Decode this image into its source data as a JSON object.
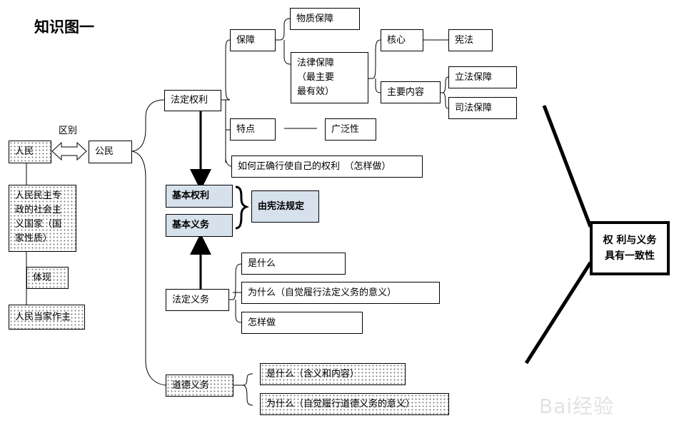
{
  "title": "知识图一",
  "left": {
    "people": "人民",
    "distinction": "区别",
    "citizen": "公民",
    "state_nature": "人民民主专政的社会主义国家（国家性质）",
    "embody": "体现",
    "masters": "人民当家作主"
  },
  "rights": {
    "label": "法定权利",
    "guarantee": "保障",
    "material": "物质保障",
    "legal_line1": "法律保障",
    "legal_line2": "（最主要",
    "legal_line3": "最有效）",
    "core": "核心",
    "constitution": "宪法",
    "main_content": "主要内容",
    "legislative": "立法保障",
    "judicial": "司法保障",
    "feature": "特点",
    "broad": "广泛性",
    "how_to": "如何正确行使自己的权利　（怎样做）"
  },
  "basic": {
    "rights": "基本权利",
    "duties": "基本义务",
    "by_constitution": "由宪法规定"
  },
  "duties": {
    "label": "法定义务",
    "what": "是什么",
    "why": "为什么（自觉履行法定义务的意义）",
    "how": "怎样做"
  },
  "moral": {
    "label": "道德义务",
    "what": "是什么（含义和内容）",
    "why": "为什么（自觉履行道德义务的意义）"
  },
  "conclusion_line1": "权 利与义务",
  "conclusion_line2": "具有一致性",
  "watermark": "Bai经验"
}
